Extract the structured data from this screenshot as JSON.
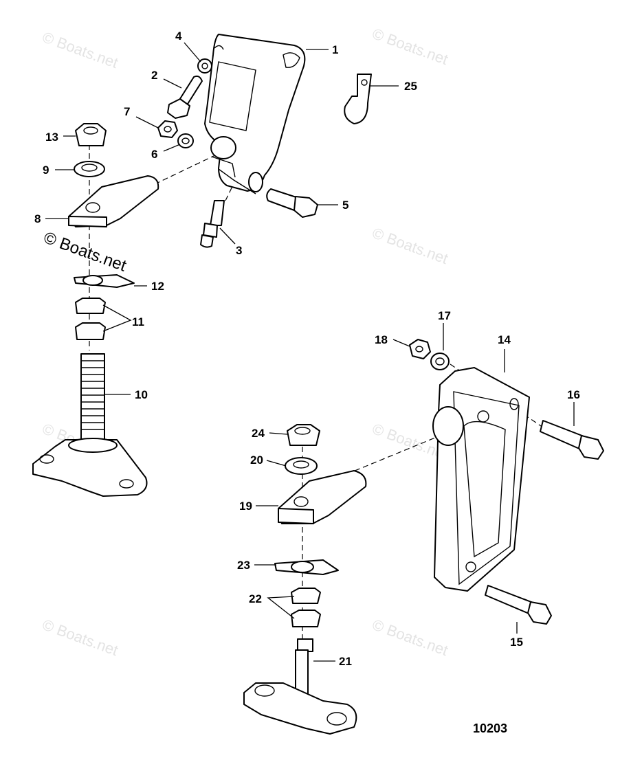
{
  "callouts": [
    "1",
    "2",
    "3",
    "4",
    "5",
    "6",
    "7",
    "8",
    "9",
    "10",
    "11",
    "12",
    "13",
    "14",
    "15",
    "16",
    "17",
    "18",
    "19",
    "20",
    "21",
    "22",
    "23",
    "24",
    "25"
  ],
  "diagram_id": "10203",
  "watermark": "© Boats.net"
}
